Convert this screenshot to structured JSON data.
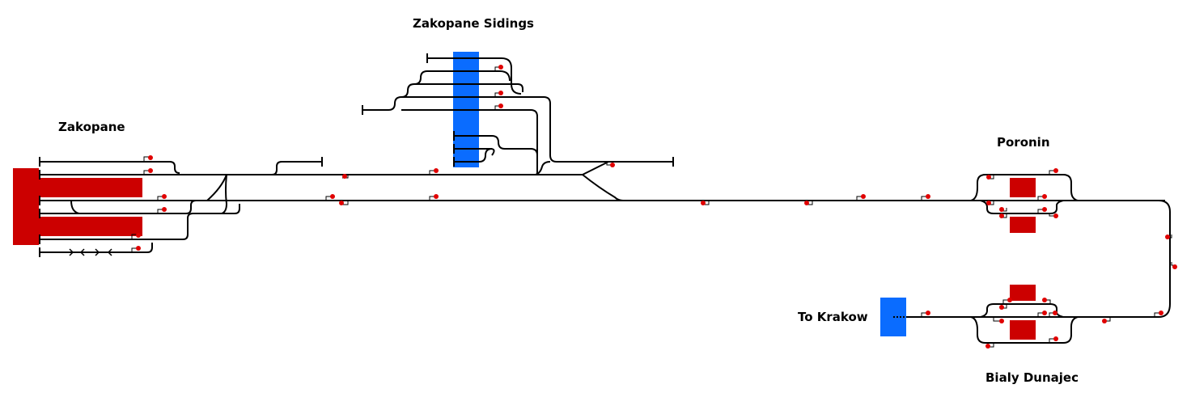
{
  "colors": {
    "background": "#ffffff",
    "track": "#000000",
    "signal": "#e00000",
    "platform": "#cc0000",
    "siding_block": "#0a6cff"
  },
  "labels": {
    "zakopane_sidings": "Zakopane Sidings",
    "zakopane": "Zakopane",
    "poronin": "Poronin",
    "to_krakow": "To Krakow",
    "bialy_dunajec": "Bialy Dunajec"
  },
  "icons": {
    "signal": "signal-icon",
    "buffer_stop": "buffer-stop-icon",
    "direction_arrow": "direction-arrow-icon"
  }
}
